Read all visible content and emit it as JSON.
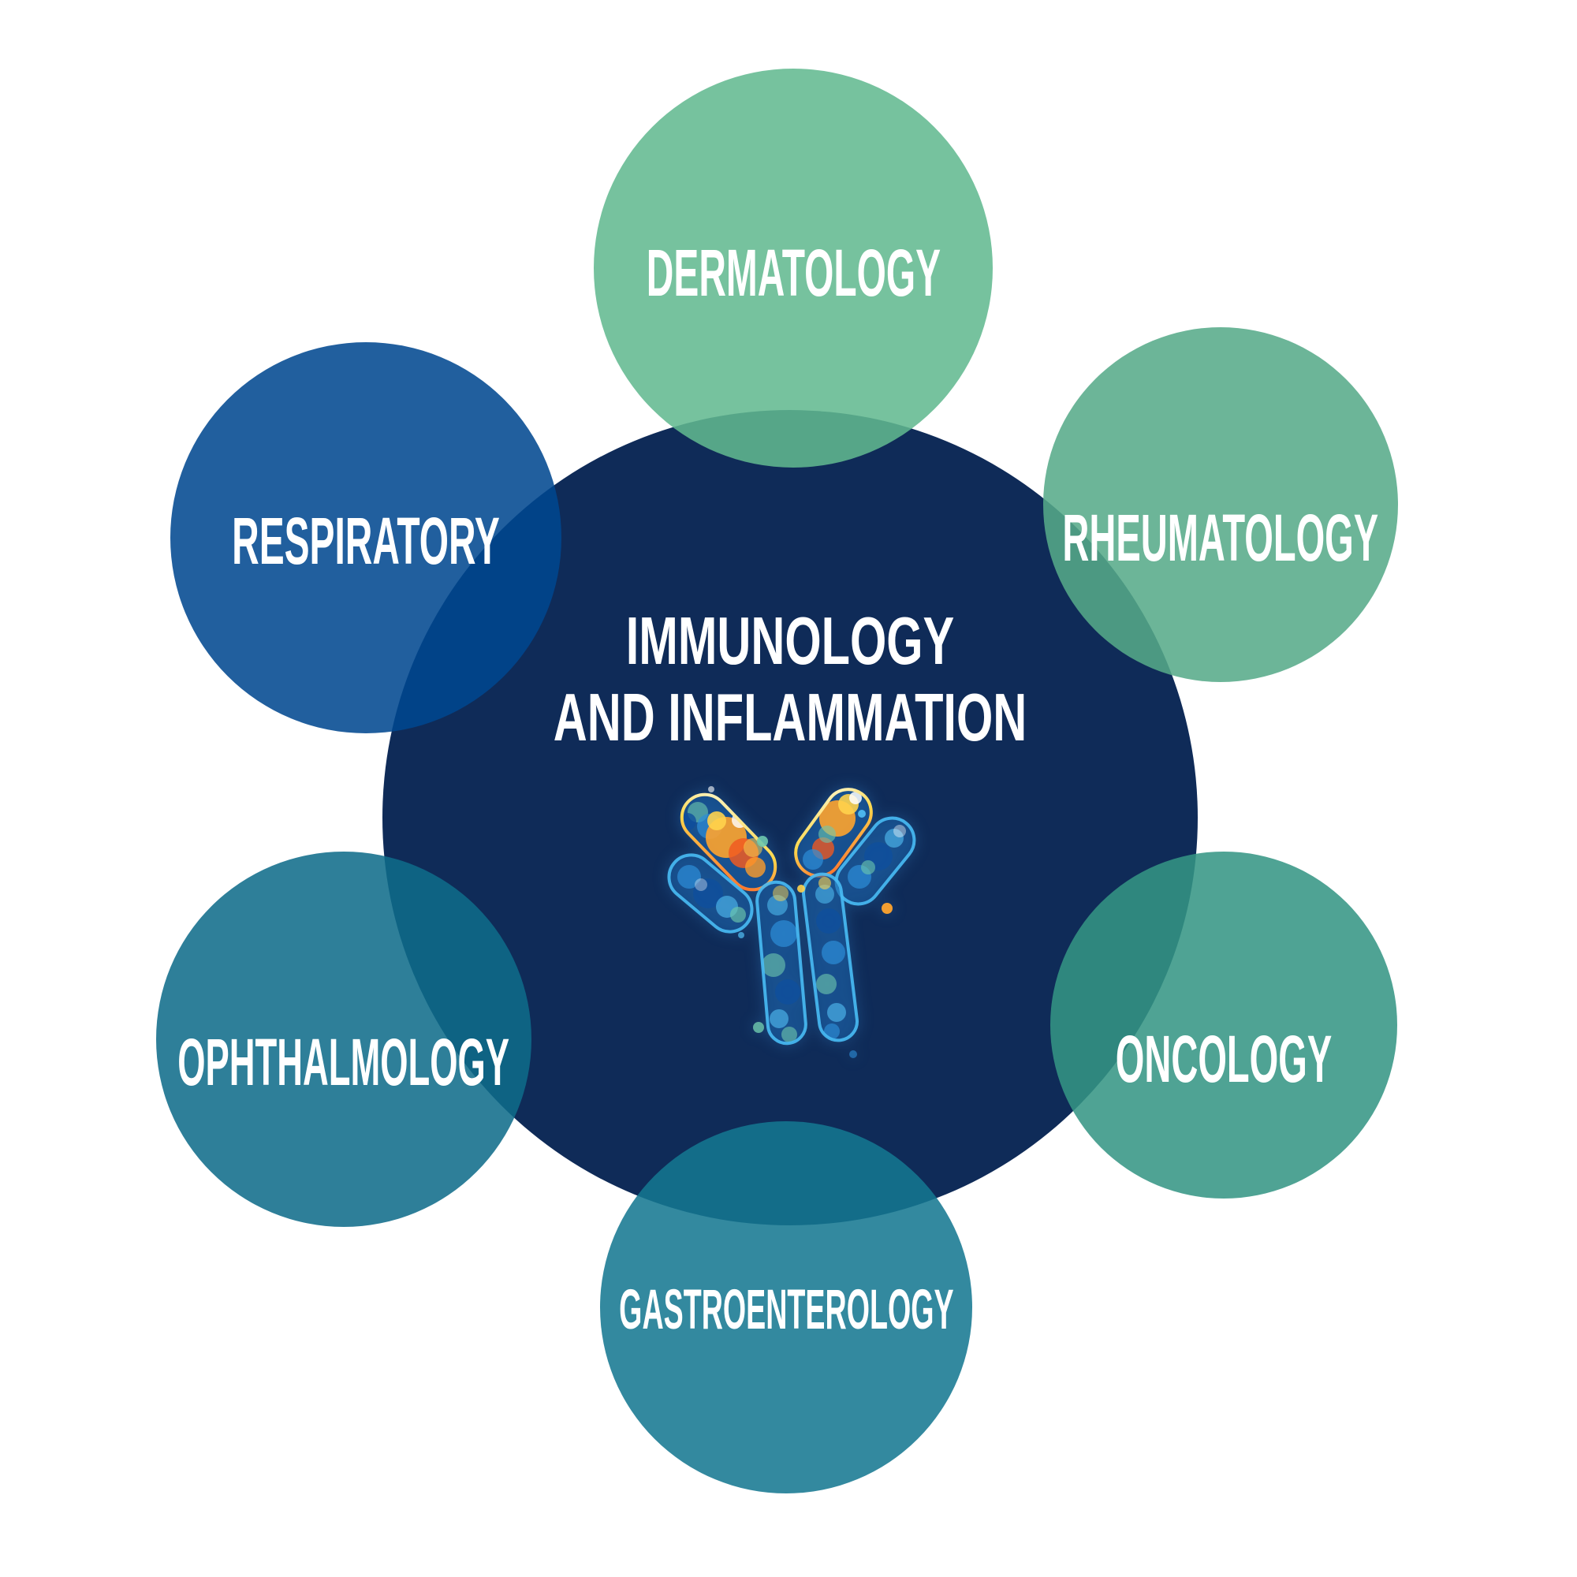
{
  "page": {
    "background": "#ffffff",
    "text_color": "#ffffff"
  },
  "hub": {
    "title_line1": "IMMUNOLOGY",
    "title_line2": "AND INFLAMMATION",
    "color": "#0f2b58",
    "icon": "antibody-icon"
  },
  "circles": [
    {
      "id": "dermatology",
      "label": "DERMATOLOGY",
      "color": "rgba(98,185,144,0.87)"
    },
    {
      "id": "rheumatology",
      "label": "RHEUMATOLOGY",
      "color": "rgba(86,170,137,0.87)"
    },
    {
      "id": "oncology",
      "label": "ONCOLOGY",
      "color": "rgba(53,149,132,0.87)"
    },
    {
      "id": "gastroenterology",
      "label": "GASTROENTEROLOGY",
      "color": "rgba(21,120,145,0.87)"
    },
    {
      "id": "ophthalmology",
      "label": "OPHTHALMOLOGY",
      "color": "rgba(15,108,138,0.87)"
    },
    {
      "id": "respiratory",
      "label": "RESPIRATORY",
      "color": "rgba(0,71,144,0.87)"
    }
  ],
  "antibody_palette": {
    "outline_blue": "#49bdf5",
    "outline_warm_light": "#fff6c9",
    "outline_warm_mid": "#ffd84d",
    "outline_warm_deep": "#ff6a2a",
    "bokeh_orange": "#ffa42e",
    "bokeh_red": "#f05a22",
    "bokeh_yellow": "#ffd34d",
    "bokeh_teal": "#6fc9ae",
    "bokeh_skyblue": "#53c1f5",
    "bokeh_blue": "#2e8fd8",
    "bokeh_deepblue": "#0f4f9e"
  }
}
